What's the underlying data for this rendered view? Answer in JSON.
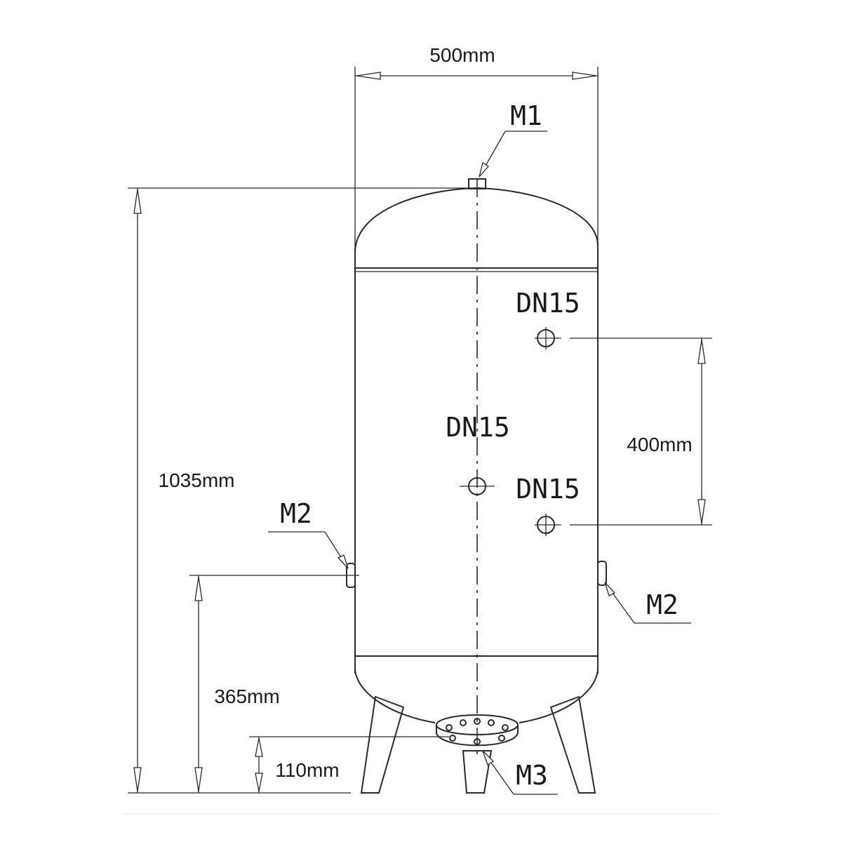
{
  "dimensions": {
    "width": "500mm",
    "total_height": "1035mm",
    "port_spacing": "400mm",
    "side_port_height": "365mm",
    "bottom_clearance": "110mm"
  },
  "labels": {
    "m1": "M1",
    "m2_left": "M2",
    "m2_right": "M2",
    "m3": "M3",
    "dn15_upper": "DN15",
    "dn15_center": "DN15",
    "dn15_lower": "DN15"
  }
}
